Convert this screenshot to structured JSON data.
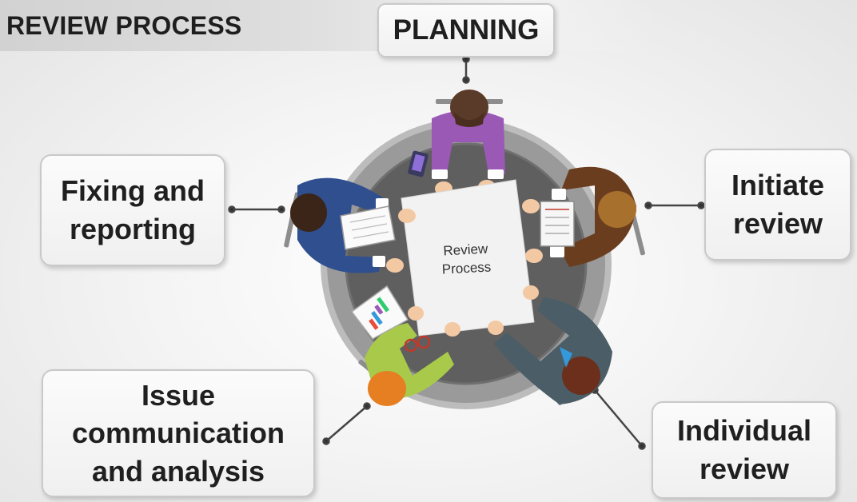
{
  "header": {
    "title": "REVIEW PROCESS"
  },
  "diagram": {
    "center": {
      "line1": "Review",
      "line2": "Process"
    },
    "stages": {
      "planning": "PLANNING",
      "initiate": "Initiate\nreview",
      "individual": "Individual\nreview",
      "issue": "Issue\ncommunication\nand analysis",
      "fixing": "Fixing and\nreporting"
    }
  },
  "colors": {
    "table_outer": "#9a9a9a",
    "table_inner": "#5f5f5f",
    "person_purple": "#9b59b6",
    "person_brown": "#6b3d1f",
    "person_slate": "#4b5d66",
    "person_green": "#a8c94a",
    "person_blue": "#2f4f8f"
  }
}
